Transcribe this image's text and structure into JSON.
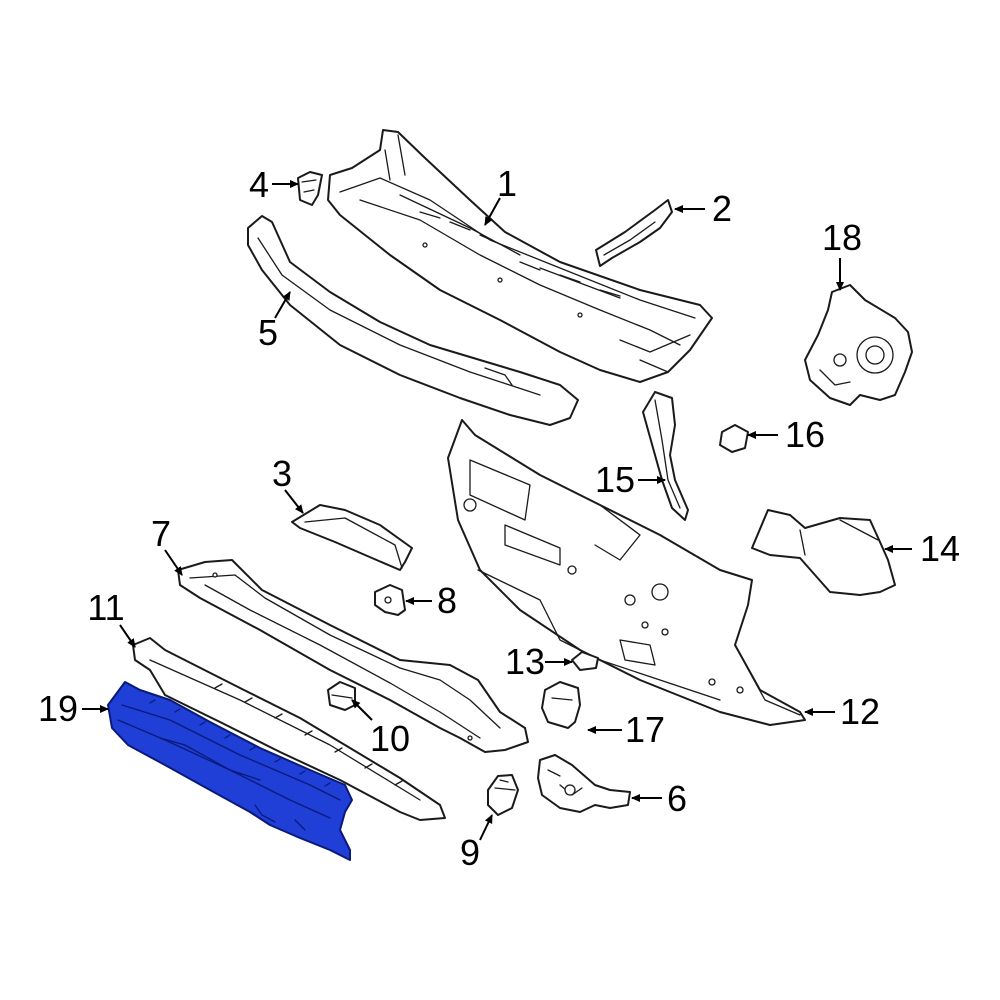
{
  "diagram": {
    "highlight_color": "#1f3fd6",
    "callouts": [
      {
        "id": "1",
        "label": "1"
      },
      {
        "id": "2",
        "label": "2"
      },
      {
        "id": "3",
        "label": "3"
      },
      {
        "id": "4",
        "label": "4"
      },
      {
        "id": "5",
        "label": "5"
      },
      {
        "id": "6",
        "label": "6"
      },
      {
        "id": "7",
        "label": "7"
      },
      {
        "id": "8",
        "label": "8"
      },
      {
        "id": "9",
        "label": "9"
      },
      {
        "id": "10",
        "label": "10"
      },
      {
        "id": "11",
        "label": "11"
      },
      {
        "id": "12",
        "label": "12"
      },
      {
        "id": "13",
        "label": "13"
      },
      {
        "id": "14",
        "label": "14"
      },
      {
        "id": "15",
        "label": "15"
      },
      {
        "id": "16",
        "label": "16"
      },
      {
        "id": "17",
        "label": "17"
      },
      {
        "id": "18",
        "label": "18"
      },
      {
        "id": "19",
        "label": "19"
      }
    ]
  }
}
